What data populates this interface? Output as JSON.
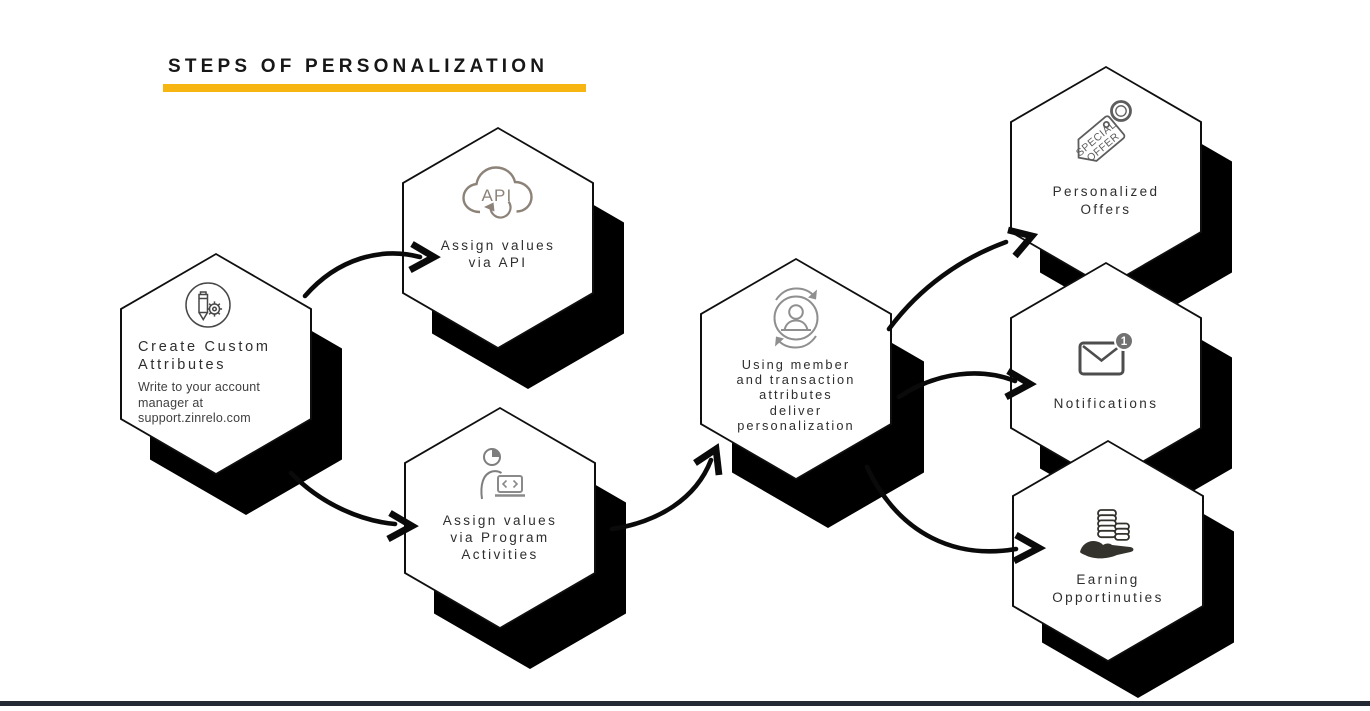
{
  "page": {
    "title": "STEPS OF PERSONALIZATION",
    "colors": {
      "accent_underline": "#F6B511",
      "shadow": "#000000",
      "hex_fill": "#FFFFFF",
      "hex_border": "#0F0F0F",
      "bottom_bar": "#232A33"
    }
  },
  "nodes": [
    {
      "id": "create-custom-attributes",
      "icon": "pencil-gear-icon",
      "title_lines": [
        "Create Custom",
        "Attributes"
      ],
      "subtitle_lines": [
        "Write to your account",
        "manager at",
        "support.zinrelo.com"
      ]
    },
    {
      "id": "assign-values-api",
      "icon": "cloud-api-icon",
      "icon_label": "API",
      "title_lines": [
        "Assign values",
        "via API"
      ]
    },
    {
      "id": "assign-values-program",
      "icon": "person-laptop-icon",
      "title_lines": [
        "Assign values",
        "via Program",
        "Activities"
      ]
    },
    {
      "id": "deliver-personalization",
      "icon": "member-sync-icon",
      "title_lines": [
        "Using member",
        "and transaction",
        "attributes",
        "deliver",
        "personalization"
      ]
    },
    {
      "id": "personalized-offers",
      "icon": "special-offer-tag-icon",
      "tag_lines": [
        "SPECIAL",
        "OFFER"
      ],
      "title_lines": [
        "Personalized",
        "Offers"
      ]
    },
    {
      "id": "notifications",
      "icon": "envelope-badge-icon",
      "badge": "1",
      "title_lines": [
        "Notifications"
      ]
    },
    {
      "id": "earning-opportunities",
      "icon": "coins-hand-icon",
      "title_lines": [
        "Earning",
        "Opportinuties"
      ]
    }
  ],
  "edges": [
    {
      "from": "create-custom-attributes",
      "to": "assign-values-api"
    },
    {
      "from": "create-custom-attributes",
      "to": "assign-values-program"
    },
    {
      "from": "assign-values-program",
      "to": "deliver-personalization"
    },
    {
      "from": "deliver-personalization",
      "to": "personalized-offers"
    },
    {
      "from": "deliver-personalization",
      "to": "notifications"
    },
    {
      "from": "deliver-personalization",
      "to": "earning-opportunities"
    }
  ]
}
